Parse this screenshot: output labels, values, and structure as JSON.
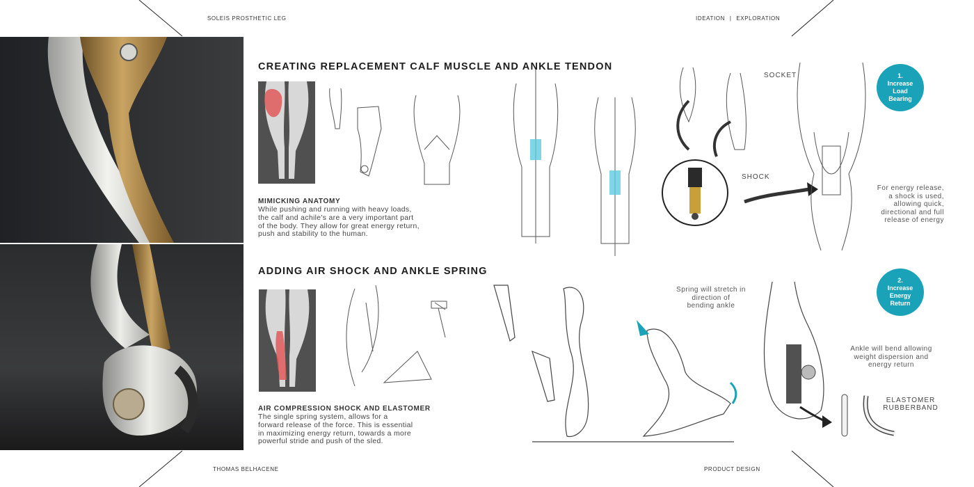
{
  "header": {
    "left": "SOLEIS PROSTHETIC LEG",
    "right_a": "IDEATION",
    "right_sep": "|",
    "right_b": "EXPLORATION"
  },
  "footer": {
    "left": "THOMAS BELHACENE",
    "right": "PRODUCT DESIGN"
  },
  "section1": {
    "title": "CREATING REPLACEMENT CALF MUSCLE AND ANKLE TENDON",
    "subtitle": "MIMICKING ANATOMY",
    "body": [
      "While pushing and running with heavy loads,",
      "the calf and achile's are a very important part",
      "of the body. They allow for great energy return,",
      "push and stability to the human."
    ],
    "label_socket": "SOCKET",
    "label_shock": "SHOCK",
    "badge": [
      "1.",
      "Increase",
      "Load",
      "Bearing"
    ],
    "note": [
      "For energy release,",
      "a shock is used,",
      "allowing quick,",
      "directional and full",
      "release of energy"
    ]
  },
  "section2": {
    "title": "ADDING AIR SHOCK AND ANKLE SPRING",
    "subtitle": "AIR COMPRESSION SHOCK AND ELASTOMER",
    "body": [
      "The single spring system, allows for a",
      "forward release of the force. This is essential",
      "in maximizing energy return, towards a more",
      "powerful stride and push of the sled."
    ],
    "spring_note": [
      "Spring will stretch in",
      "direction of",
      "bending ankle"
    ],
    "badge": [
      "2.",
      "Increase",
      "Energy",
      "Return"
    ],
    "ankle_note": [
      "Ankle will bend allowing",
      "weight dispersion and",
      "energy return"
    ],
    "label_elastomer": [
      "ELASTOMER",
      "RUBBERBAND"
    ]
  },
  "colors": {
    "accent": "#1aa3b8",
    "highlight": "#e05a5a",
    "bronze": "#b08d52"
  }
}
